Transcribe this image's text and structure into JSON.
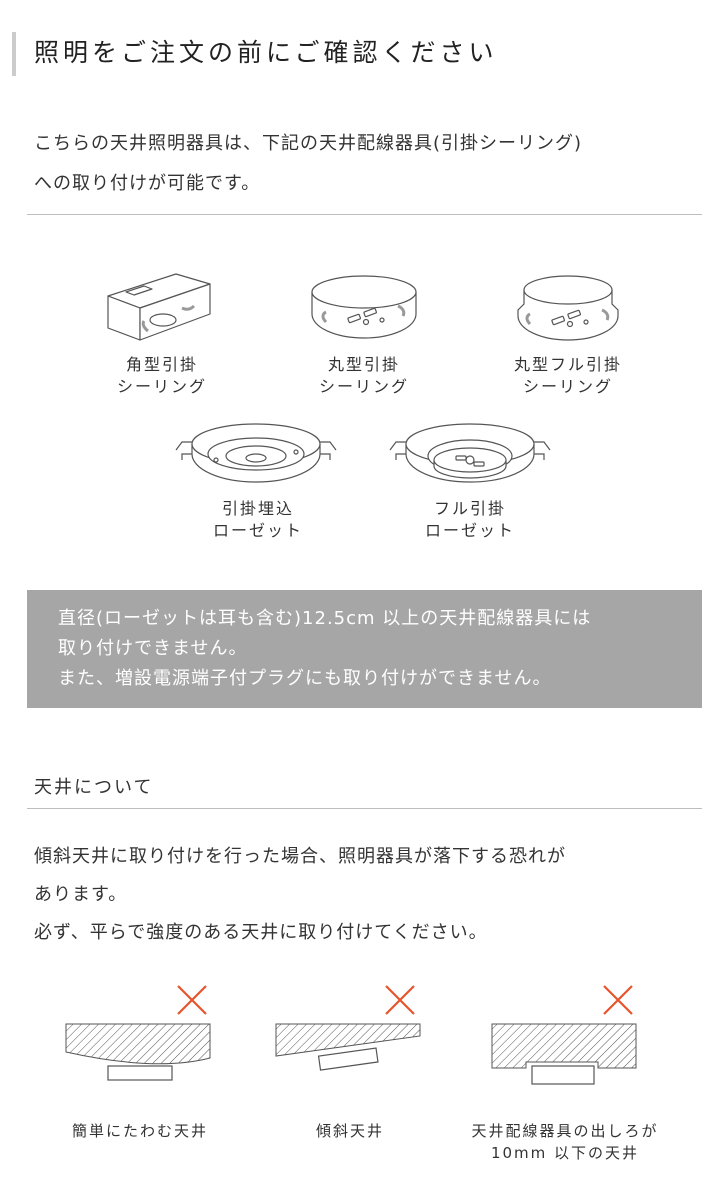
{
  "header": {
    "title": "照明をご注文の前にご確認ください"
  },
  "intro": {
    "line1": "こちらの天井照明器具は、下記の天井配線器具(引掛シーリング)",
    "line2": "への取り付けが可能です。"
  },
  "devices": [
    {
      "line1": "角型引掛",
      "line2": "シーリング",
      "icon": "square-ceiling-socket"
    },
    {
      "line1": "丸型引掛",
      "line2": "シーリング",
      "icon": "round-ceiling-socket"
    },
    {
      "line1": "丸型フル引掛",
      "line2": "シーリング",
      "icon": "round-full-ceiling-socket"
    },
    {
      "line1": "引掛埋込",
      "line2": "ローゼット",
      "icon": "embedded-rosette"
    },
    {
      "line1": "フル引掛",
      "line2": "ローゼット",
      "icon": "full-rosette"
    }
  ],
  "notice": {
    "line1": "直径(ローゼットは耳も含む)12.5cm 以上の天井配線器具には",
    "line2": "取り付けできません。",
    "line3": "また、増設電源端子付プラグにも取り付けができません。"
  },
  "ceiling_section": {
    "title": "天井について",
    "line1": "傾斜天井に取り付けを行った場合、照明器具が落下する恐れが",
    "line2": "あります。",
    "line3": "必ず、平らで強度のある天井に取り付けてください。"
  },
  "ng_examples": [
    {
      "line1": "簡単にたわむ天井",
      "line2": "",
      "icon": "sagging-ceiling"
    },
    {
      "line1": "傾斜天井",
      "line2": "",
      "icon": "sloped-ceiling"
    },
    {
      "line1": "天井配線器具の出しろが",
      "line2": "10mm 以下の天井",
      "icon": "recessed-socket-ceiling"
    }
  ],
  "colors": {
    "ng_mark": "#e8542b",
    "notice_bg": "#a6a6a6",
    "hatch": "#555555"
  }
}
